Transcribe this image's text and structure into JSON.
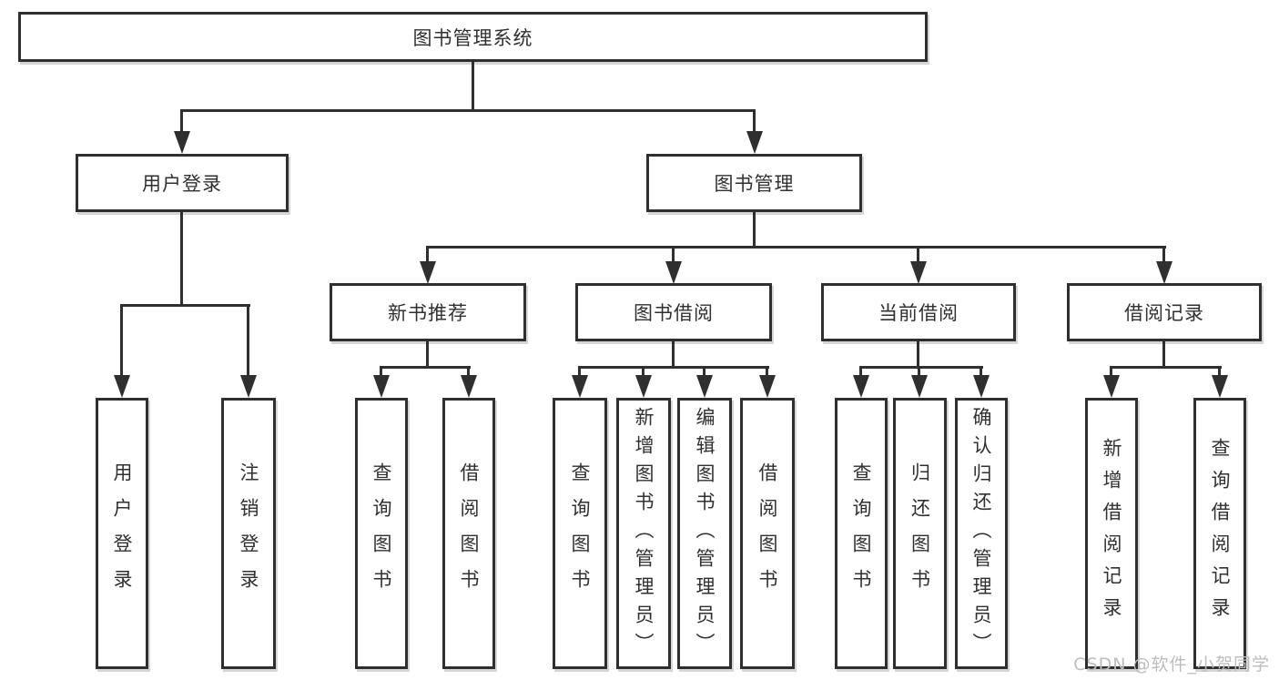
{
  "diagram": {
    "type": "hierarchy",
    "tree": {
      "root": {
        "label": "图书管理系统"
      },
      "level2": [
        {
          "id": "user-login",
          "label": "用户登录",
          "parent": "图书管理系统"
        },
        {
          "id": "book-management",
          "label": "图书管理",
          "parent": "图书管理系统"
        }
      ],
      "level3": [
        {
          "id": "new-book-recommend",
          "label": "新书推荐",
          "parent": "图书管理"
        },
        {
          "id": "book-borrow",
          "label": "图书借阅",
          "parent": "图书管理"
        },
        {
          "id": "current-borrow",
          "label": "当前借阅",
          "parent": "图书管理"
        },
        {
          "id": "borrow-records",
          "label": "借阅记录",
          "parent": "图书管理"
        }
      ],
      "leaves": [
        {
          "label": "用户登录",
          "parent": "用户登录"
        },
        {
          "label": "注销登录",
          "parent": "用户登录"
        },
        {
          "label": "查询图书",
          "parent": "新书推荐"
        },
        {
          "label": "借阅图书",
          "parent": "新书推荐"
        },
        {
          "label": "查询图书",
          "parent": "图书借阅"
        },
        {
          "label": "新增图书（管理员）",
          "parent": "图书借阅"
        },
        {
          "label": "编辑图书（管理员）",
          "parent": "图书借阅"
        },
        {
          "label": "借阅图书",
          "parent": "图书借阅"
        },
        {
          "label": "查询图书",
          "parent": "当前借阅"
        },
        {
          "label": "归还图书",
          "parent": "当前借阅"
        },
        {
          "label": "确认归还（管理员）",
          "parent": "当前借阅"
        },
        {
          "label": "新增借阅记录",
          "parent": "借阅记录"
        },
        {
          "label": "查询借阅记录",
          "parent": "借阅记录"
        }
      ]
    }
  },
  "watermark": "CSDN @软件_小贺同学",
  "colors": {
    "line": "#2f2f2f",
    "text": "#303030",
    "background": "#ffffff",
    "watermark": "#bdbdbd"
  }
}
